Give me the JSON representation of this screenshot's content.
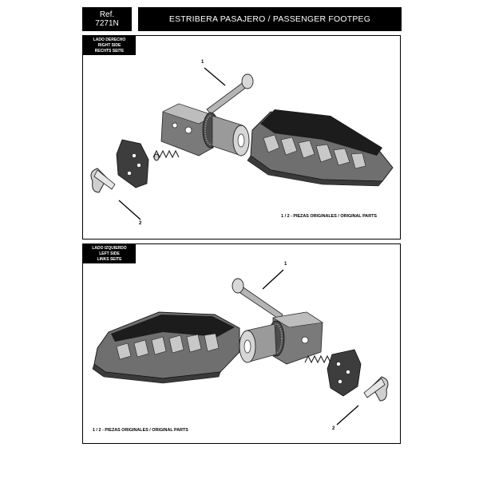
{
  "header": {
    "ref_label": "Ref.",
    "ref_code": "7271N",
    "title": "ESTRIBERA PASAJERO / PASSENGER FOOTPEG"
  },
  "panels": [
    {
      "side_lines": [
        "LADO DERECHO",
        "RIGHT SIDE",
        "RECHTS SEITE"
      ],
      "caption": "1 / 2 - PIEZAS ORIGINALES / ORIGINAL PARTS",
      "callouts": [
        "1",
        "2"
      ]
    },
    {
      "side_lines": [
        "LADO IZQUIERDO",
        "LEFT SIDE",
        "LINKS SEITE"
      ],
      "caption": "1 / 2 - PIEZAS ORIGINALES / ORIGINAL PARTS",
      "callouts": [
        "1",
        "2"
      ]
    }
  ],
  "colors": {
    "ink": "#000000",
    "metal_dark": "#3a3a3a",
    "metal_mid": "#8c8c8c",
    "metal_light": "#cfcfcf",
    "rubber": "#1a1a1a"
  }
}
